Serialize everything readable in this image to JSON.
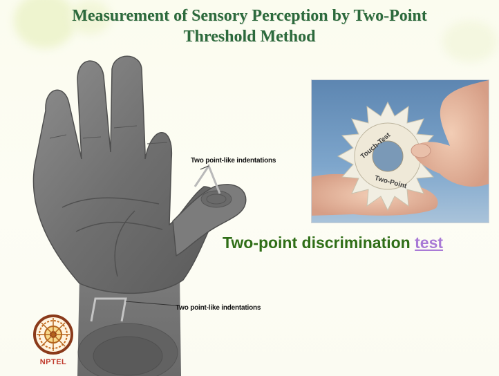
{
  "slide": {
    "title_line1": "Measurement of Sensory Perception by Two-Point",
    "title_line2": "Threshold Method"
  },
  "figure": {
    "label_finger": "Two point-like indentations",
    "label_wrist": "Two point-like indentations"
  },
  "photo": {
    "disc_text_top": "Touch-Test",
    "disc_text_bottom": "Two-Point"
  },
  "caption": {
    "text": "Two-point discrimination",
    "link_text": "test"
  },
  "logo": {
    "name": "NPTEL",
    "icon": "nptel-wheel-icon"
  },
  "colors": {
    "title": "#2c6a3c",
    "caption": "#2f6e17",
    "link": "#a97ad6"
  }
}
